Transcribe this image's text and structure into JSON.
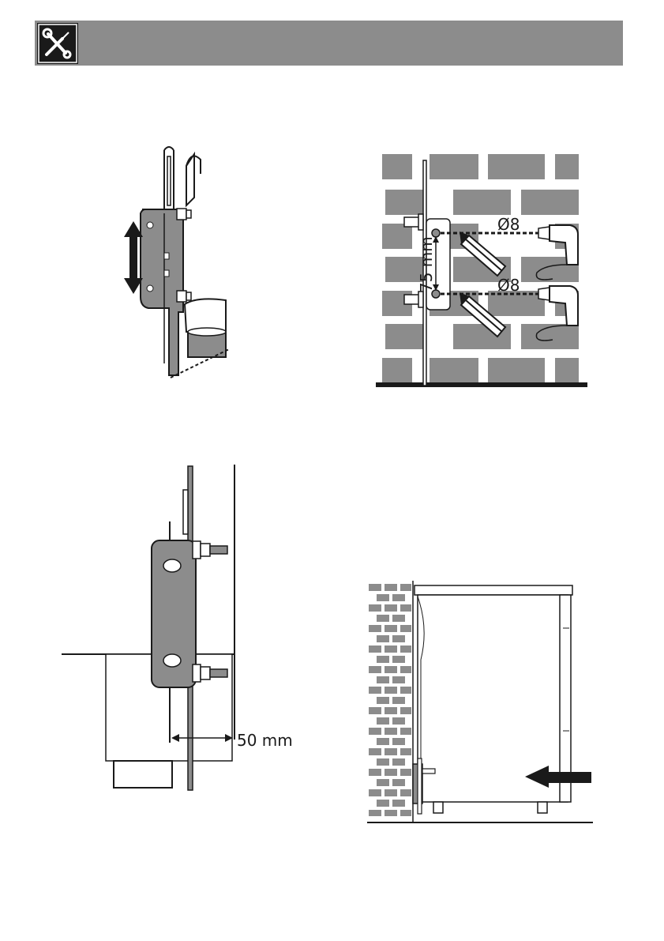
{
  "header": {
    "icon": "tools-icon"
  },
  "figures": {
    "bracket_adjust": {
      "arrow_icon": "double-arrow-vertical-icon"
    },
    "wall_drilling": {
      "hole_diameter_top": "Ø8",
      "hole_diameter_bottom": "Ø8",
      "spacing_label": "75 mm",
      "icons": [
        "pencil-icon",
        "drill-icon"
      ]
    },
    "bracket_distance": {
      "distance_label": "50 mm"
    },
    "appliance_push": {
      "arrow_icon": "arrow-left-icon"
    }
  },
  "colors": {
    "header": "#8c8c8c",
    "bracket": "#8c8c8c",
    "brick": "#8c8c8c",
    "ink": "#1a1a1a"
  }
}
